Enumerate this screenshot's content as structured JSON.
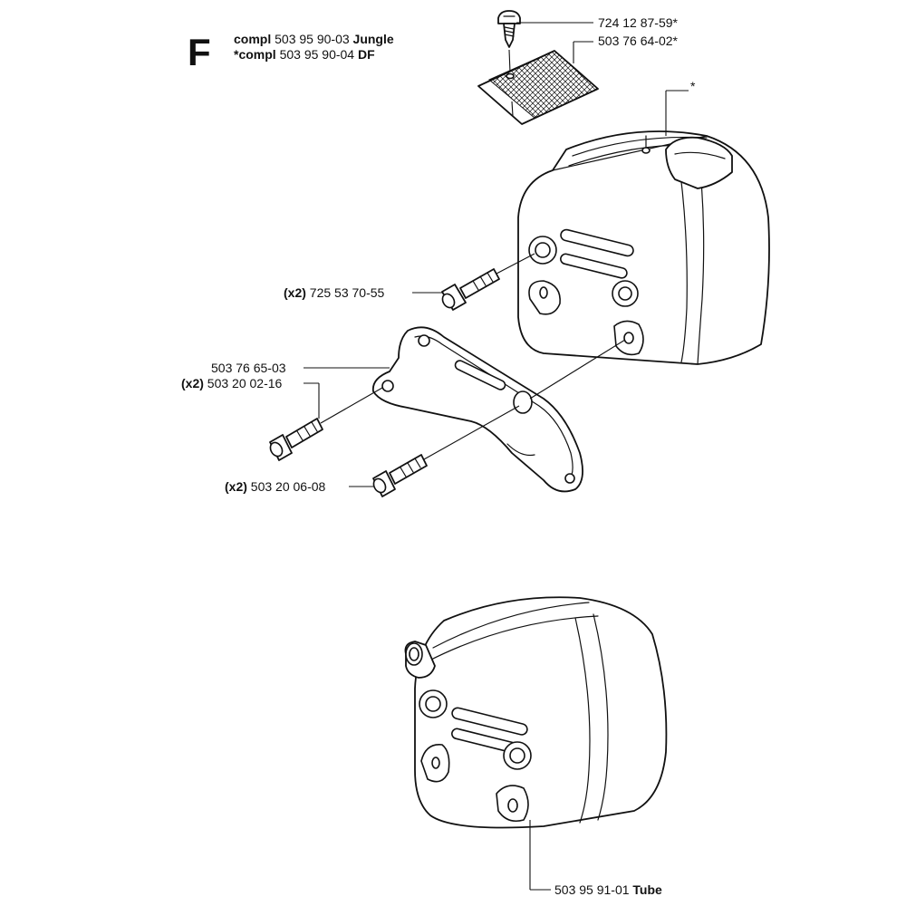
{
  "header": {
    "section_letter": "F",
    "line1": {
      "prefix": "compl",
      "number": "503 95 90-03",
      "suffix": "Jungle"
    },
    "line2": {
      "prefix": "*compl",
      "number": "503 95 90-04",
      "suffix": "DF"
    }
  },
  "callouts": {
    "screw_top": {
      "number": "724 12 87-59*"
    },
    "heat_shield": {
      "number": "503 76 64-02*"
    },
    "muffler_upper": {
      "number": "*"
    },
    "bolt_upper": {
      "qty": "(x2)",
      "number": "725 53 70-55"
    },
    "bracket": {
      "number": "503 76 65-03"
    },
    "bolt_mid": {
      "qty": "(x2)",
      "number": "503 20 02-16"
    },
    "bolt_lower": {
      "qty": "(x2)",
      "number": "503 20 06-08"
    },
    "muffler_lower": {
      "number": "503 95 91-01",
      "suffix": "Tube"
    }
  }
}
